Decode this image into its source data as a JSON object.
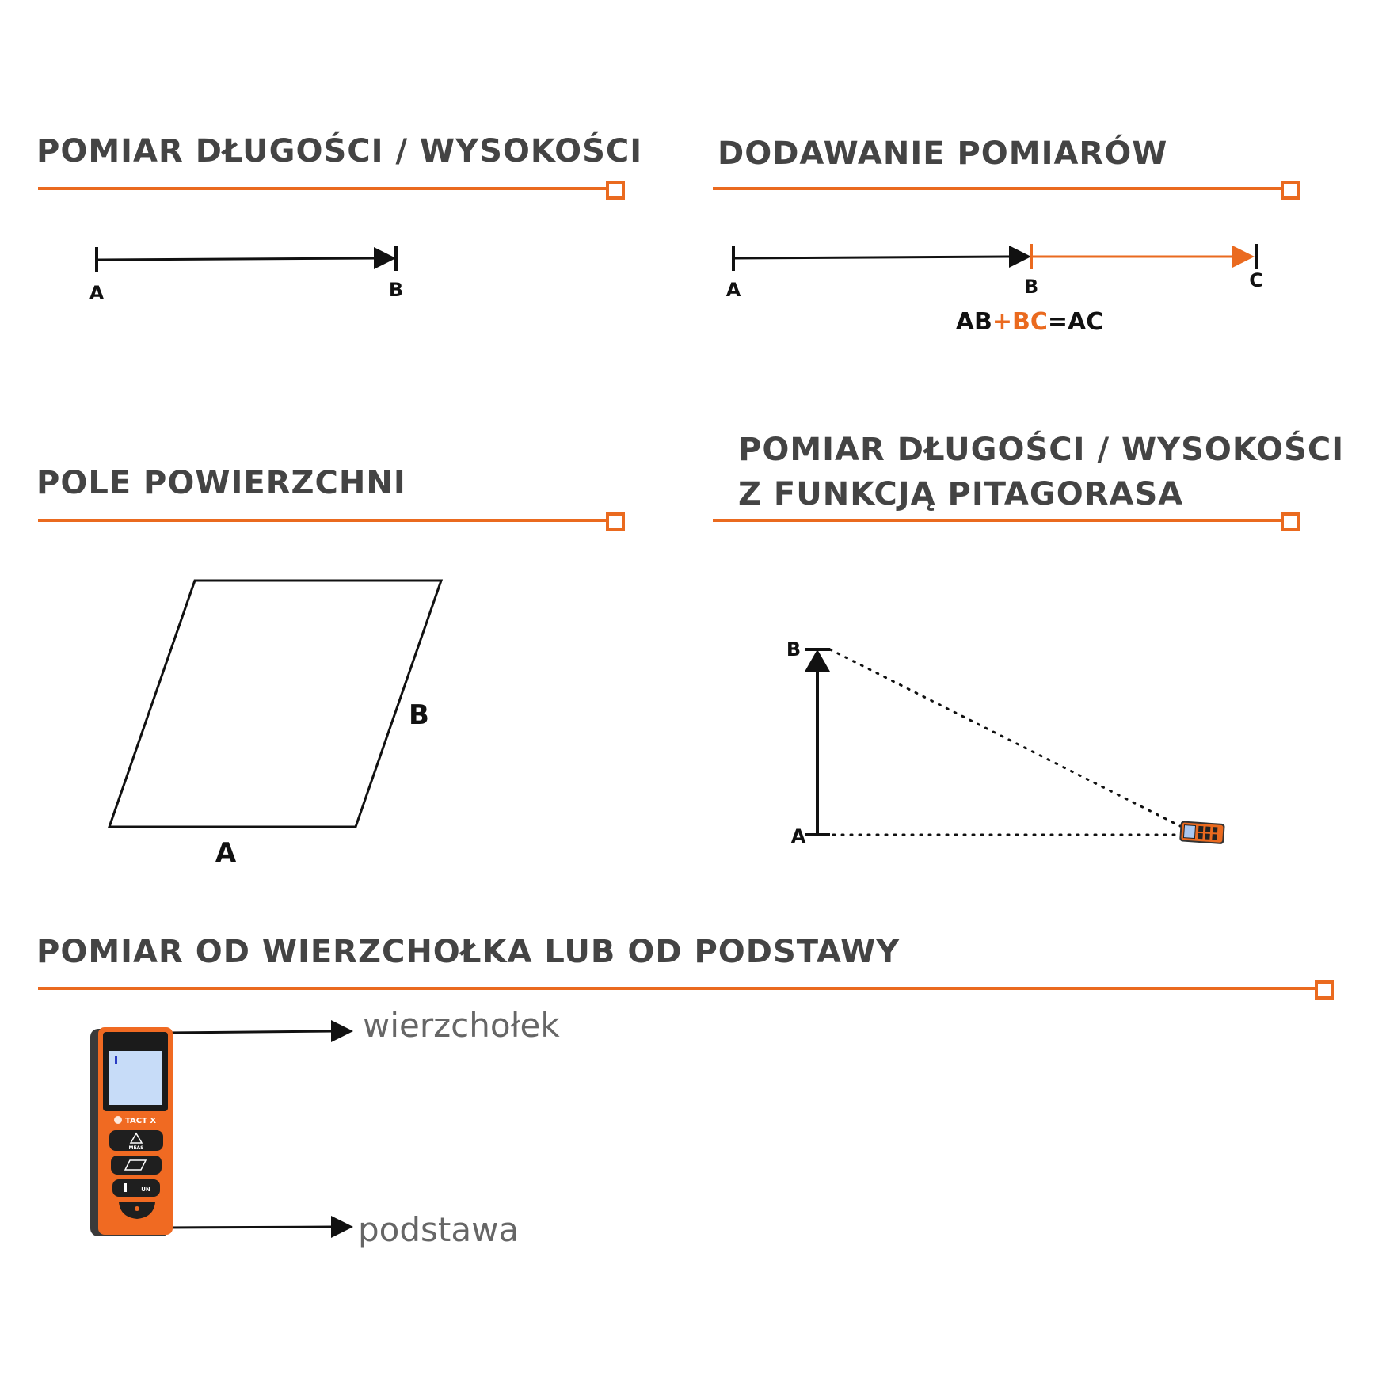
{
  "colors": {
    "accent": "#ea6a1f",
    "title": "#444444",
    "line": "#111111"
  },
  "sections": {
    "length": {
      "title": "POMIAR DŁUGOŚCI / WYSOKOŚCI",
      "label_a": "A",
      "label_b": "B"
    },
    "addition": {
      "title": "DODAWANIE POMIARÓW",
      "label_a": "A",
      "label_b": "B",
      "label_c": "C",
      "formula": {
        "part1": "AB",
        "part2": "+BC",
        "part3": "=AC"
      }
    },
    "area": {
      "title": "POLE POWIERZCHNI",
      "label_a": "A",
      "label_b": "B"
    },
    "pythagoras": {
      "title_line1": "POMIAR DŁUGOŚCI / WYSOKOŚCI",
      "title_line2": "Z FUNKCJĄ PITAGORASA",
      "label_a": "A",
      "label_b": "B"
    },
    "reference": {
      "title": "POMIAR OD WIERZCHOŁKA LUB OD PODSTAWY",
      "top_label": "wierzchołek",
      "bottom_label": "podstawa",
      "device": {
        "brand": "TACT X",
        "button_meas": "MEAS",
        "button_un": "UN"
      }
    }
  }
}
